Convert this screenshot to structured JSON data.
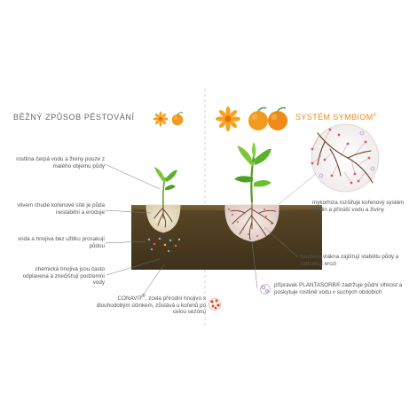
{
  "headings": {
    "conventional": "BĚŽNÝ ZPŮSOB PĚSTOVÁNÍ",
    "symbiom": "SYSTÉM SYMBIOM",
    "symbiom_mark": "®"
  },
  "labels_left": {
    "pump": "rostlina čerpá vodu a živiny pouze z malého objemu půdy",
    "roots": "vlivem chudé kořenové sítě je půda nestabilní a eroduje",
    "leach": "voda a hnojiva bez užitku prosakují půdou",
    "chem": "chemická hnojiva jsou často odplavena a znečišťují podzemní vody"
  },
  "labels_right": {
    "myco": "mykorhiza rozšiřuje kořenový systém rostlin a přináší vodu a živiny",
    "fungal": "houbová vlákna zajišťují stabilitu půdy a zabraňují erozi"
  },
  "bottom": {
    "conavit_name": "CONAVIT",
    "conavit_mark": "®",
    "conavit_text": ", zcela přírodní hnojivo s dlouhodobým účinkem, zůstává u kořenů po celou sezónu",
    "planta_text": "přípravek PLANTASORB® zadržuje půdní vlhkost a poskytuje rostlině vodu v suchých obdobích"
  },
  "colors": {
    "soil_dark": "#4a3a20",
    "soil_mid": "#6b5a32",
    "leaf": "#6cbf2c",
    "leaf_dark": "#3f9a1e",
    "orange": "#f39a1e",
    "flower": "#f6a21e",
    "heading_accent": "#f08a1a",
    "pink": "#e84d6d"
  }
}
